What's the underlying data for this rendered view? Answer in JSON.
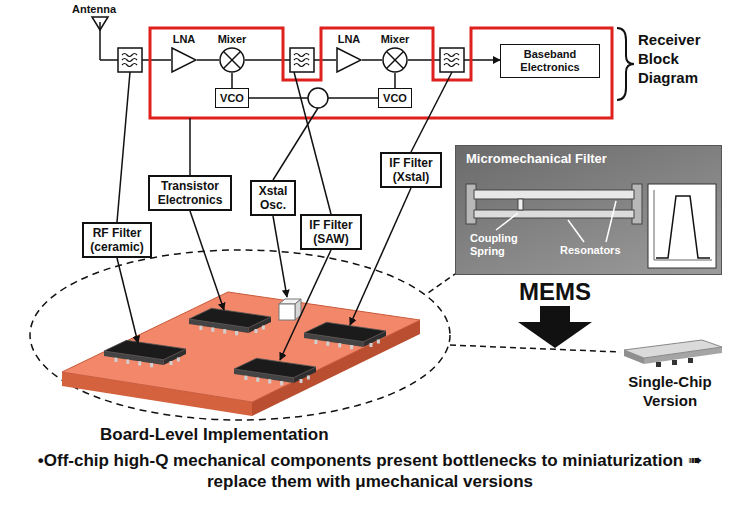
{
  "diagram": {
    "nodes": [
      {
        "text": [
          "LNA"
        ]
      },
      {
        "text": [
          "Mixer"
        ]
      },
      {
        "text": [
          "VCO"
        ]
      },
      {
        "text": [
          "LNA"
        ]
      },
      {
        "text": [
          "Mixer"
        ]
      },
      {
        "text": [
          "VCO"
        ]
      },
      {
        "text": [
          "Baseband Electronics"
        ]
      },
      {
        "text": [
          "Transistor Electronics"
        ]
      },
      {
        "text": [
          "Xstal Osc."
        ]
      },
      {
        "text": [
          "IF Filter (Xstal)"
        ]
      },
      {
        "text": [
          "RF Filter (ceramic)"
        ]
      },
      {
        "text": [
          "IF Filter (SAW)"
        ]
      },
      {
        "text": [
          "Micromechanical Filter",
          "Coupling Spring",
          "Resonators"
        ]
      }
    ],
    "edges": [
      {
        "from": 0,
        "to": 1,
        "arrow": "none"
      },
      {
        "from": 2,
        "to": 1,
        "arrow": "none"
      },
      {
        "from": 3,
        "to": 4,
        "arrow": "none"
      },
      {
        "from": 5,
        "to": 4,
        "arrow": "none"
      }
    ],
    "labels": [
      "Antenna",
      "Receiver Block Diagram",
      "MEMS",
      "Board-Level Implementation",
      "Single-Chip Version",
      "•Off-chip high-Q mechanical components present bottlenecks to miniaturization ➠ replace them with μmechanical versions"
    ]
  }
}
